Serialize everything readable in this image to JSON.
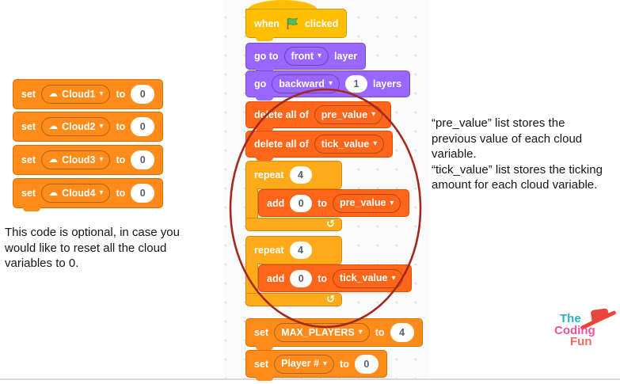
{
  "icons": {
    "dropdown_arrow": "▾",
    "loop_arrow": "↺",
    "cloud": "☁"
  },
  "left_script": {
    "blocks": [
      {
        "set": "set",
        "variable": "Cloud1",
        "to": "to",
        "value": "0"
      },
      {
        "set": "set",
        "variable": "Cloud2",
        "to": "to",
        "value": "0"
      },
      {
        "set": "set",
        "variable": "Cloud3",
        "to": "to",
        "value": "0"
      },
      {
        "set": "set",
        "variable": "Cloud4",
        "to": "to",
        "value": "0"
      }
    ],
    "caption_lines": [
      "This code is optional, in case you",
      "would like to reset all the cloud",
      "variables to 0."
    ]
  },
  "main_script": {
    "when_clicked": {
      "when": "when",
      "clicked": "clicked"
    },
    "go_to_front": {
      "go_to": "go to",
      "option": "front",
      "layer": "layer"
    },
    "go_backward": {
      "go": "go",
      "option": "backward",
      "value": "1",
      "layers": "layers"
    },
    "delete_pre": {
      "label": "delete all of",
      "list": "pre_value"
    },
    "delete_tick": {
      "label": "delete all of",
      "list": "tick_value"
    },
    "repeat_pre": {
      "repeat": "repeat",
      "times": "4",
      "add": "add",
      "value": "0",
      "to": "to",
      "list": "pre_value"
    },
    "repeat_tick": {
      "repeat": "repeat",
      "times": "4",
      "add": "add",
      "value": "0",
      "to": "to",
      "list": "tick_value"
    },
    "set_max_players": {
      "set": "set",
      "variable": "MAX_PLAYERS",
      "to": "to",
      "value": "4"
    },
    "set_player_num": {
      "set": "set",
      "variable": "Player #",
      "to": "to",
      "value": "0"
    }
  },
  "annotation": {
    "lines": [
      "“pre_value” list stores the",
      "previous value of each cloud",
      "variable.",
      "“tick_value” list stores the ticking",
      "amount for each cloud variable."
    ]
  },
  "logo": {
    "the": "The",
    "coding": "Coding",
    "fun": "Fun"
  }
}
